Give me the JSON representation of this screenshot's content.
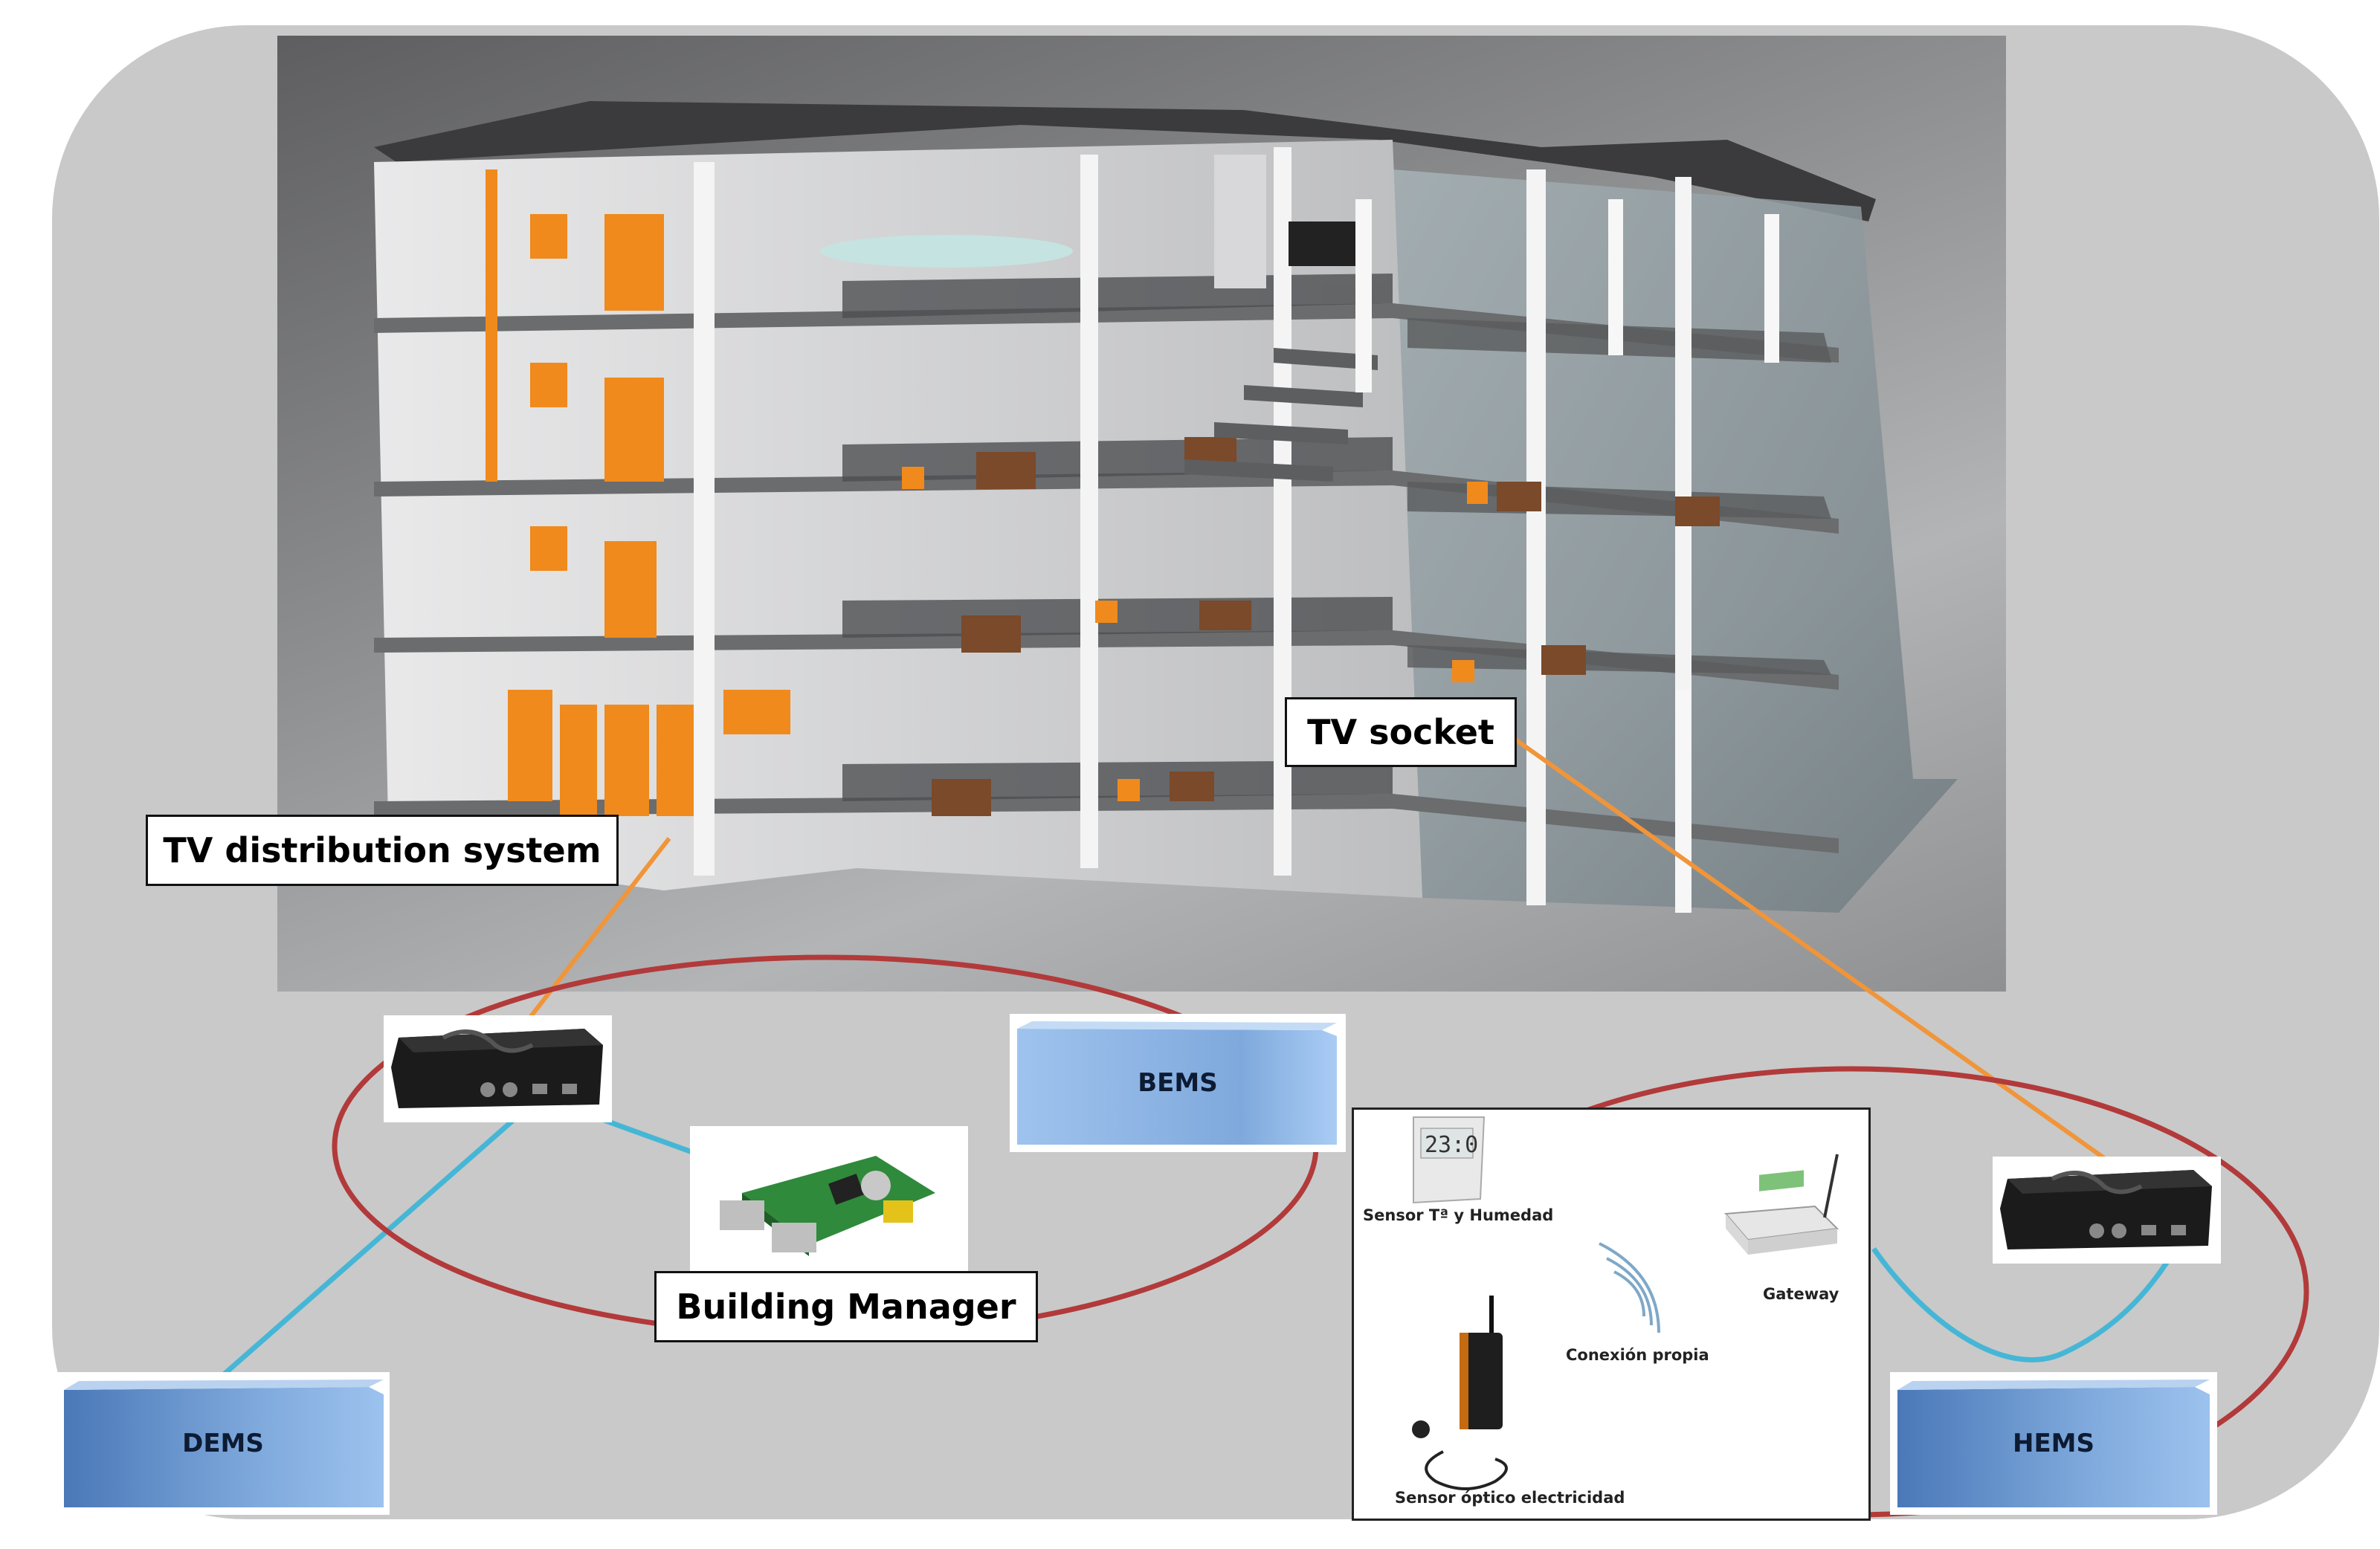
{
  "labels": {
    "tv_distribution": "TV distribution system",
    "tv_socket": "TV socket",
    "building_manager": "Building Manager",
    "bems": "BEMS",
    "dems": "DEMS",
    "hems": "HEMS"
  },
  "home_panel": {
    "sensor_temp": "Sensor Tª y Humedad",
    "gateway": "Gateway",
    "connection": "Conexión propia",
    "sensor_optical": "Sensor óptico electricidad",
    "thermostat_display": "23:0"
  },
  "colors": {
    "panel_background": "#c9c9c9",
    "ellipse": "#b23a3a",
    "orange_link": "#f0953a",
    "blue_link": "#46b6d6",
    "ems_box": "#7fa9dc",
    "distribution_equipment": "#f08a1c"
  }
}
